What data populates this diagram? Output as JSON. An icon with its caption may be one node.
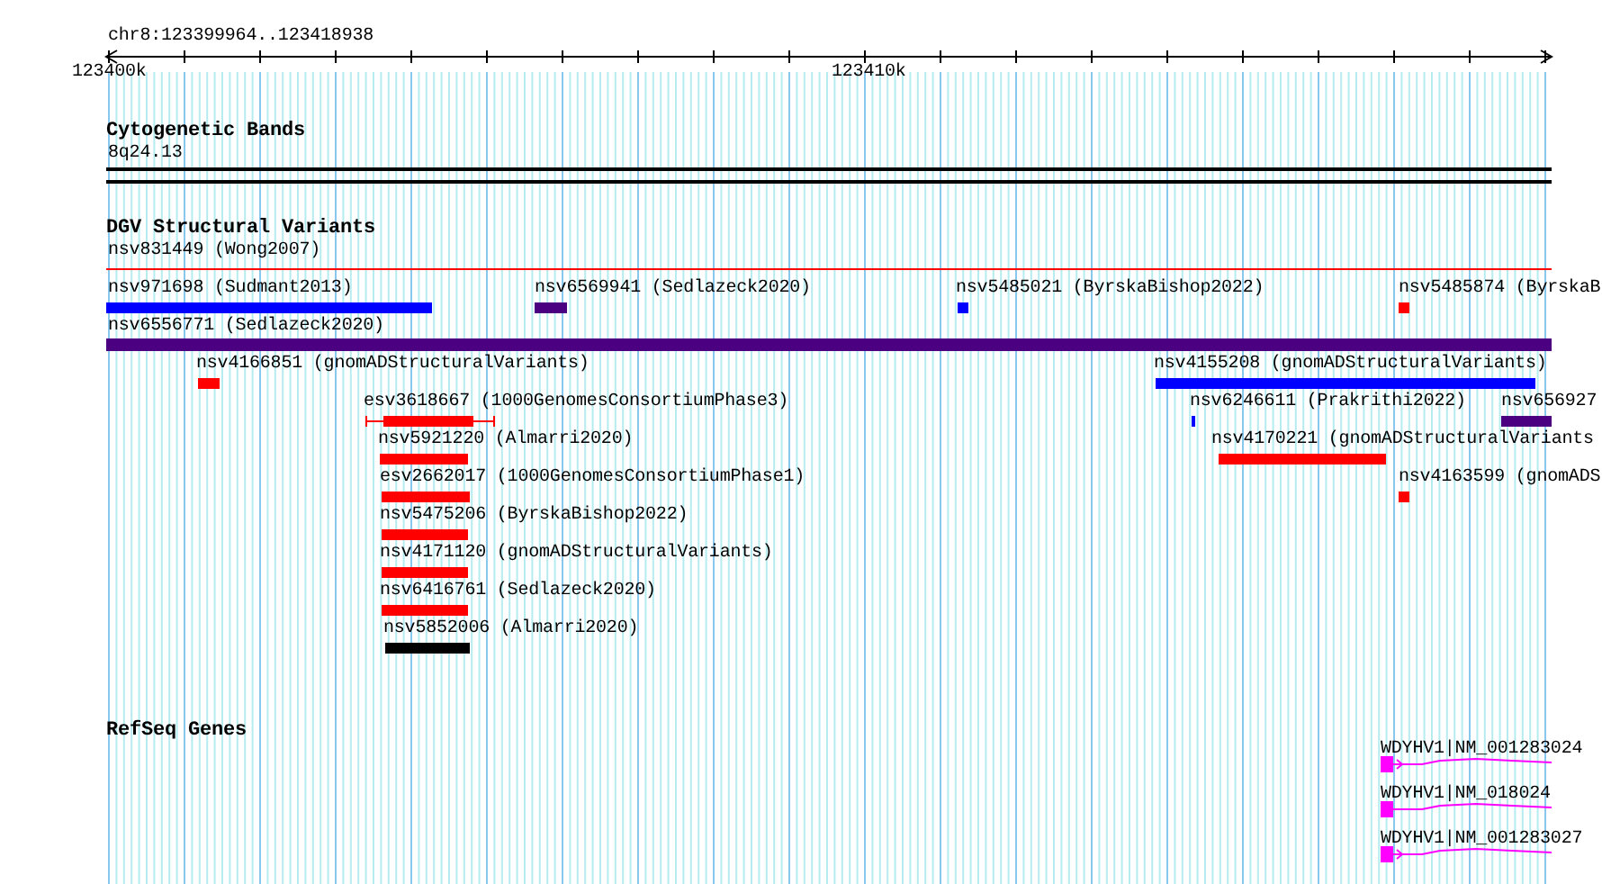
{
  "diagram": {
    "labels": [
      "chr8:123399964..123418938",
      "123400k",
      "123410k",
      "Cytogenetic Bands",
      "8q24.13",
      "DGV Structural Variants",
      "nsv831449 (Wong2007)",
      "nsv971698 (Sudmant2013)",
      "nsv6569941 (Sedlazeck2020)",
      "nsv5485021 (ByrskaBishop2022)",
      "nsv5485874 (ByrskaB",
      "nsv6556771 (Sedlazeck2020)",
      "nsv4166851 (gnomADStructuralVariants)",
      "nsv4155208 (gnomADStructuralVariants)",
      "esv3618667 (1000GenomesConsortiumPhase3)",
      "nsv6246611 (Prakrithi2022)",
      "nsv656927",
      "nsv5921220 (Almarri2020)",
      "nsv4170221 (gnomADStructuralVariants",
      "esv2662017 (1000GenomesConsortiumPhase1)",
      "nsv4163599 (gnomADS",
      "nsv5475206 (ByrskaBishop2022)",
      "nsv4171120 (gnomADStructuralVariants)",
      "nsv6416761 (Sedlazeck2020)",
      "nsv5852006 (Almarri2020)",
      "RefSeq Genes",
      "WDYHV1|NM_001283024",
      "WDYHV1|NM_018024",
      "WDYHV1|NM_001283027"
    ]
  }
}
